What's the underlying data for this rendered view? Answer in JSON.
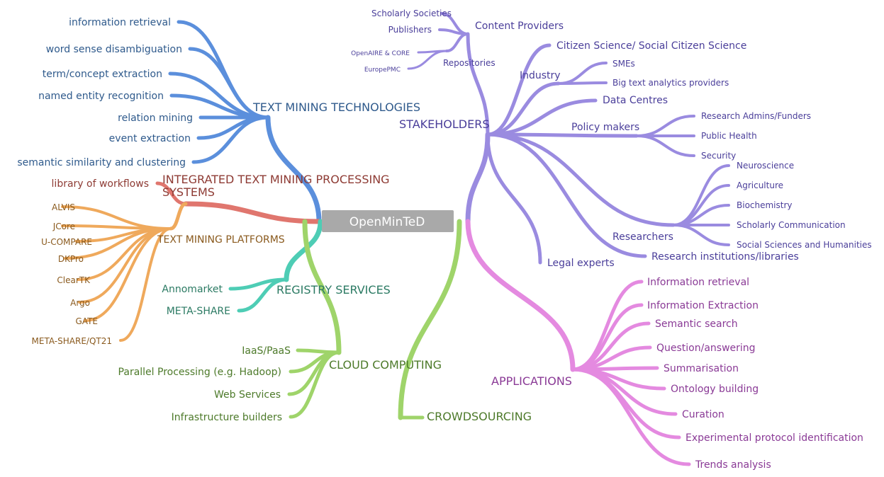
{
  "center": {
    "label": "OpenMinTeD"
  },
  "colors": {
    "text_mining": "#5b8fdc",
    "text_mining_text": "#2f5a8c",
    "integrated": "#e0766e",
    "integrated_text": "#8e3b34",
    "platforms": "#efa95c",
    "platforms_text": "#8a5a1e",
    "registry": "#4ecdb5",
    "registry_text": "#2b7a63",
    "cloud": "#9fd46a",
    "cloud_text": "#4d7a2a",
    "stakeholders": "#9a8be0",
    "stakeholders_text": "#4a3e9a",
    "applications": "#e48ae0",
    "applications_text": "#8a3a96"
  },
  "text_mining": {
    "label": "TEXT MINING TECHNOLOGIES",
    "items": [
      "information retrieval",
      "word sense disambiguation",
      "term/concept extraction",
      "named entity recognition",
      "relation mining",
      "event extraction",
      "semantic similarity and clustering"
    ]
  },
  "integrated": {
    "label_line1": "INTEGRATED TEXT MINING PROCESSING",
    "label_line2": "SYSTEMS",
    "library": "library of workflows",
    "platforms": {
      "label": "TEXT MINING PLATFORMS",
      "items": [
        "ALVIS",
        "JCore",
        "U-COMPARE",
        "DKPro",
        "ClearTK",
        "Argo",
        "GATE",
        "META-SHARE/QT21"
      ]
    }
  },
  "registry": {
    "label": "REGISTRY SERVICES",
    "items": [
      "Annomarket",
      "META-SHARE"
    ]
  },
  "cloud": {
    "label": "CLOUD COMPUTING",
    "items": [
      "IaaS/PaaS",
      "Parallel Processing (e.g. Hadoop)",
      "Web Services",
      "Infrastructure builders"
    ]
  },
  "crowdsourcing": {
    "label": "CROWDSOURCING"
  },
  "stakeholders": {
    "label": "STAKEHOLDERS",
    "content_providers": {
      "label": "Content Providers",
      "items": [
        "Scholarly Societies",
        "Publishers"
      ],
      "repositories": {
        "label": "Repositories",
        "items": [
          "OpenAIRE & CORE",
          "EuropePMC"
        ]
      }
    },
    "citizen": "Citizen Science/ Social Citizen Science",
    "industry": {
      "label": "Industry",
      "items": [
        "SMEs",
        "Big text analytics providers"
      ]
    },
    "data_centres": "Data Centres",
    "policy": {
      "label": "Policy makers",
      "items": [
        "Research Admins/Funders",
        "Public Health",
        "Security"
      ]
    },
    "researchers": {
      "label": "Researchers",
      "items": [
        "Neuroscience",
        "Agriculture",
        "Biochemistry",
        "Scholarly Communication",
        "Social Sciences and Humanities"
      ]
    },
    "institutions": "Research institutions/libraries",
    "legal": "Legal experts"
  },
  "applications": {
    "label": "APPLICATIONS",
    "items": [
      "Information retrieval",
      "Information Extraction",
      "Semantic search",
      "Question/answering",
      "Summarisation",
      "Ontology building",
      "Curation",
      "Experimental protocol identification",
      "Trends analysis"
    ]
  }
}
